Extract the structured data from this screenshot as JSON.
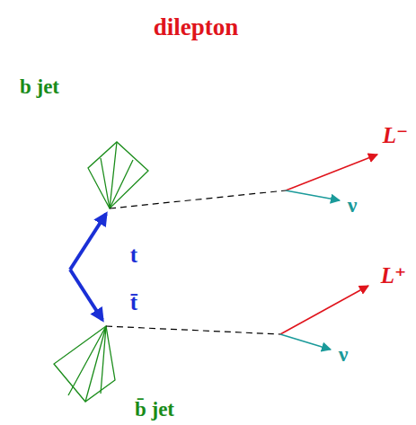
{
  "diagram": {
    "title": "dilepton",
    "labels": [
      "b jet",
      "L⁻",
      "ν",
      "t",
      "t̄",
      "L⁺",
      "ν",
      "b̄ jet"
    ]
  }
}
